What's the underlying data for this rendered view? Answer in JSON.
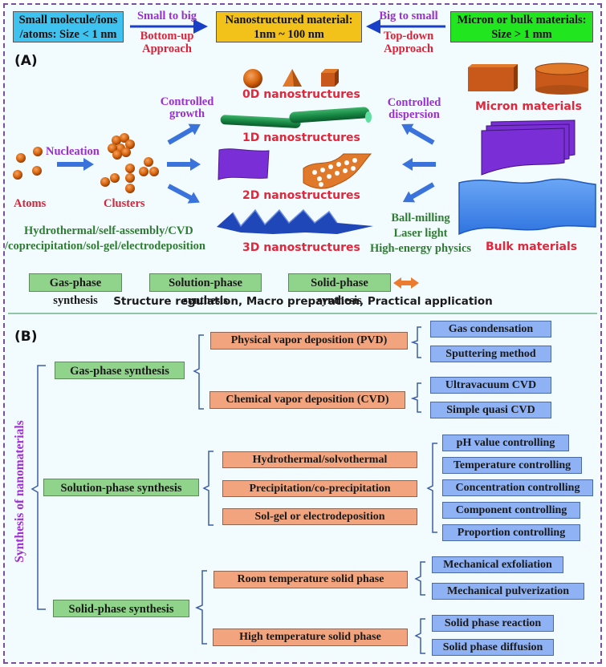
{
  "colors": {
    "frame_border": "#7b4f9e",
    "background": "#f2fbfd",
    "small_box": "#3ec3f0",
    "nano_box": "#f2c21a",
    "bulk_box": "#21e61f",
    "accent_purple": "#9b2fd0",
    "accent_red": "#d6253a",
    "accent_green": "#2e7d32",
    "arrow_blue": "#3a73db",
    "sphere_orange": "#d9660f",
    "phase_green": "#8fd48a",
    "method_orange": "#f2a47e",
    "subtechnique_blue": "#8fb2f5",
    "bracket_blue": "#3b5ea8"
  },
  "header": {
    "small_box": {
      "line1": "Small molecule/ions",
      "line2": "/atoms: Size < 1 nm"
    },
    "bottom_up": {
      "top": "Small to big",
      "bottom1": "Bottom-up",
      "bottom2": "Approach"
    },
    "nano_box": {
      "line1": "Nanostructured material:",
      "line2": "1nm  ~  100 nm"
    },
    "top_down": {
      "top": "Big to small",
      "bottom1": "Top-down",
      "bottom2": "Approach"
    },
    "bulk_box": {
      "line1": "Micron or bulk materials:",
      "line2": "Size  > 1 mm"
    }
  },
  "panel_a": {
    "label": "(A)",
    "nucleation": "Nucleation",
    "atoms": "Atoms",
    "clusters": "Clusters",
    "controlled_growth": {
      "line1": "Controlled",
      "line2": "growth"
    },
    "controlled_dispersion": {
      "line1": "Controlled",
      "line2": "dispersion"
    },
    "bottom_up_methods": {
      "line1": "Hydrothermal/self-assembly/CVD",
      "line2": "/coprecipitation/sol-gel/electrodeposition"
    },
    "top_down_methods": [
      "Ball-milling",
      "Laser light",
      "High-energy physics"
    ],
    "nanostructures": [
      "0D nanostructures",
      "1D nanostructures",
      "2D nanostructures",
      "3D nanostructures"
    ],
    "micron_materials": "Micron materials",
    "bulk_materials": "Bulk materials",
    "phases": [
      "Gas-phase synthesis",
      "Solution-phase synthesis",
      "Solid-phase synthesis"
    ],
    "summary": "Structure regulation, Macro preparation, Practical application"
  },
  "panel_b": {
    "label": "(B)",
    "root": "Synthesis of nanomaterials",
    "branches": [
      {
        "name": "Gas-phase synthesis",
        "methods": [
          {
            "name": "Physical vapor deposition (PVD)",
            "techniques": [
              "Gas condensation",
              "Sputtering method"
            ]
          },
          {
            "name": "Chemical vapor deposition (CVD)",
            "techniques": [
              "Ultravacuum CVD",
              "Simple quasi CVD"
            ]
          }
        ]
      },
      {
        "name": "Solution-phase synthesis",
        "methods": [
          {
            "name": "Hydrothermal/solvothermal"
          },
          {
            "name": "Precipitation/co-precipitation"
          },
          {
            "name": "Sol-gel or electrodeposition"
          }
        ],
        "techniques": [
          "pH value controlling",
          "Temperature controlling",
          "Concentration controlling",
          "Component controlling",
          "Proportion controlling"
        ]
      },
      {
        "name": "Solid-phase synthesis",
        "methods": [
          {
            "name": "Room temperature solid phase",
            "techniques": [
              "Mechanical exfoliation",
              "Mechanical pulverization"
            ]
          },
          {
            "name": "High temperature solid phase",
            "techniques": [
              "Solid phase reaction",
              "Solid phase diffusion"
            ]
          }
        ]
      }
    ]
  }
}
